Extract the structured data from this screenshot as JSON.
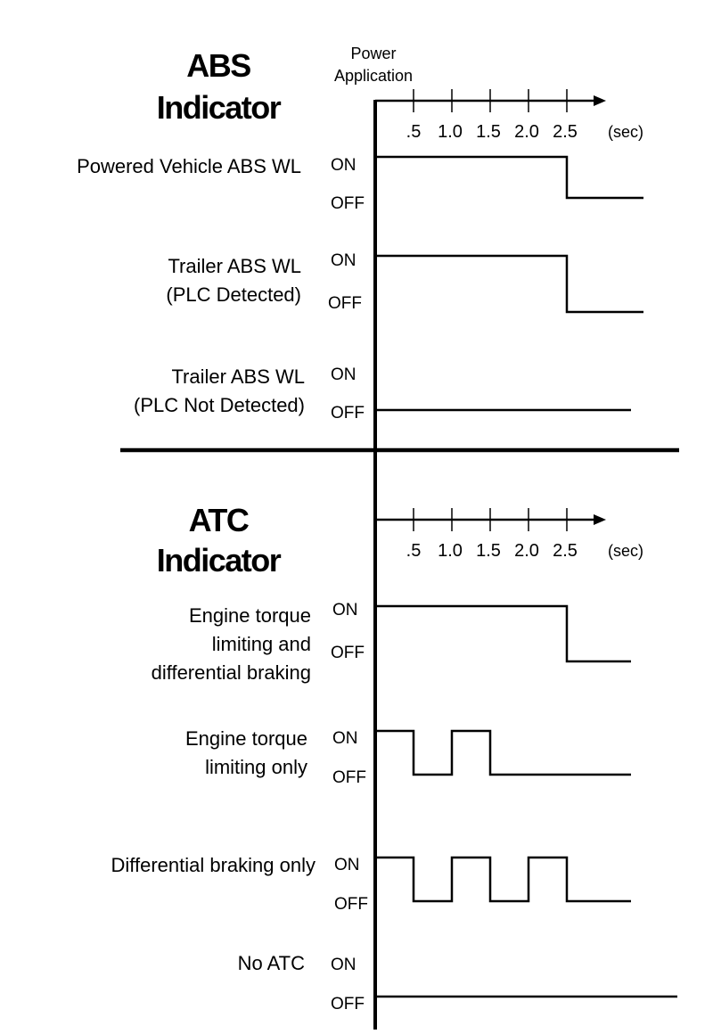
{
  "power_application": [
    "Power",
    "Application"
  ],
  "abs": {
    "title": [
      "ABS",
      "Indicator"
    ],
    "axis": {
      "ticks": [
        ".5",
        "1.0",
        "1.5",
        "2.0",
        "2.5"
      ],
      "unit": "(sec)"
    },
    "signals": [
      {
        "label": [
          "Powered Vehicle ABS WL"
        ],
        "on": "ON",
        "off": "OFF"
      },
      {
        "label": [
          "Trailer ABS WL",
          "(PLC Detected)"
        ],
        "on": "ON",
        "off": "OFF"
      },
      {
        "label": [
          "Trailer ABS WL",
          "(PLC Not Detected)"
        ],
        "on": "ON",
        "off": "OFF"
      }
    ]
  },
  "atc": {
    "title": [
      "ATC",
      "Indicator"
    ],
    "axis": {
      "ticks": [
        ".5",
        "1.0",
        "1.5",
        "2.0",
        "2.5"
      ],
      "unit": "(sec)"
    },
    "signals": [
      {
        "label": [
          "Engine torque",
          "limiting and",
          "differential braking"
        ],
        "on": "ON",
        "off": "OFF"
      },
      {
        "label": [
          "Engine torque",
          "limiting only"
        ],
        "on": "ON",
        "off": "OFF"
      },
      {
        "label": [
          "Differential braking only"
        ],
        "on": "ON",
        "off": "OFF"
      },
      {
        "label": [
          "No ATC"
        ],
        "on": "ON",
        "off": "OFF"
      }
    ]
  }
}
